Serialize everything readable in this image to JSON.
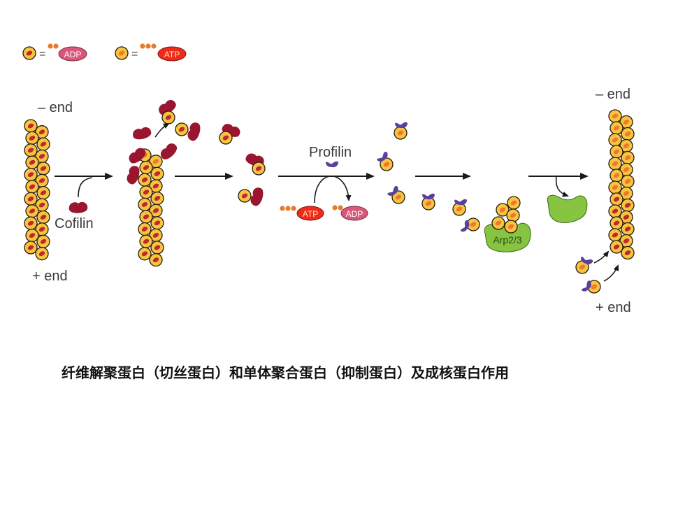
{
  "legend": {
    "adp_equals": "=",
    "adp": "ADP",
    "atp_equals": "=",
    "atp": "ATP"
  },
  "labels": {
    "minus_end_left": "– end",
    "plus_end_left": "+ end",
    "cofilin": "Cofilin",
    "profilin": "Profilin",
    "atp": "ATP",
    "adp": "ADP",
    "arp23": "Arp2/3",
    "minus_end_right": "– end",
    "plus_end_right": "+ end"
  },
  "caption": "纤维解聚蛋白（切丝蛋白）和单体聚合蛋白（抑制蛋白）及成核蛋白作用",
  "colors": {
    "actin_fill": "#f5c542",
    "actin_core_orange": "#f0782c",
    "actin_core_red": "#c0282c",
    "cofilin": "#9a1530",
    "profilin": "#5b3f9a",
    "arp23": "#86c441",
    "adp_pill": "#d9577a",
    "atp_pill": "#ee2a1a",
    "phosphate": "#e87a2c"
  },
  "icons": [
    "arrow-icon",
    "curved-arrow-icon"
  ]
}
